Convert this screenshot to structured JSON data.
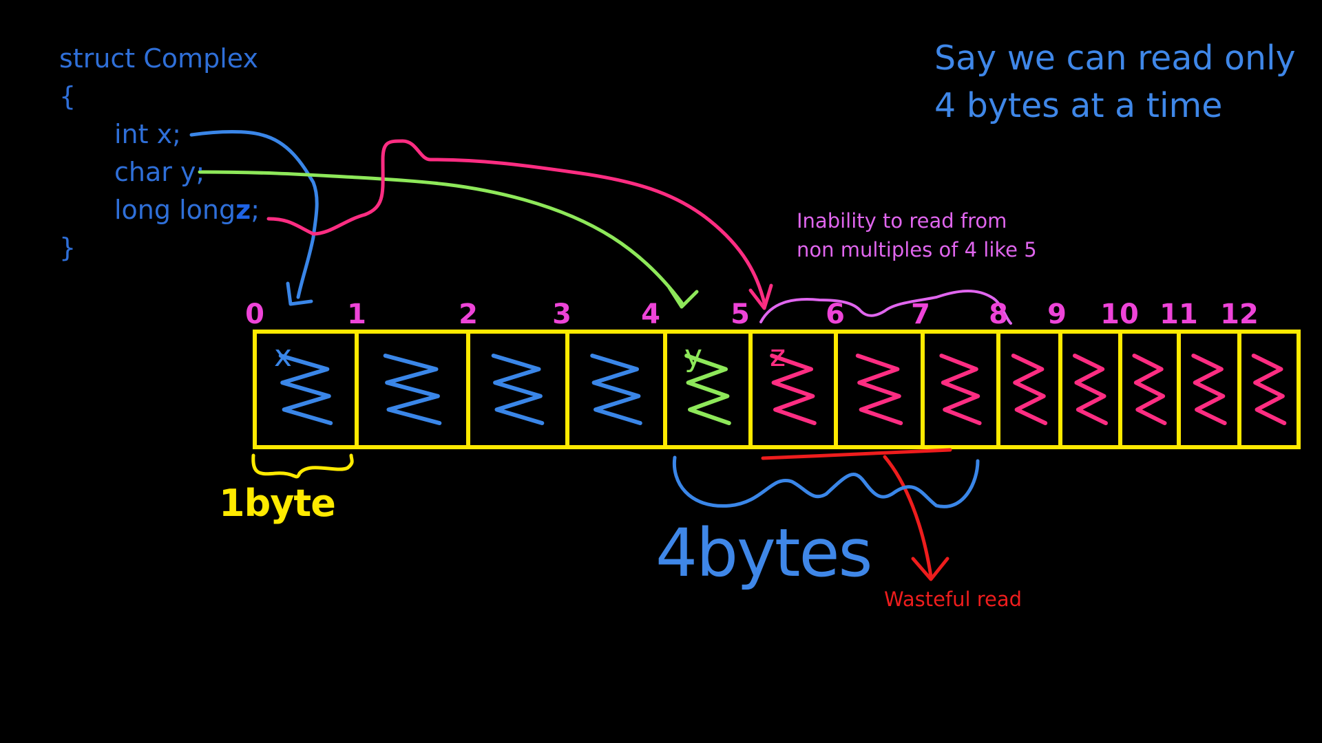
{
  "code": {
    "line1": "struct Complex",
    "line2": "{",
    "line3": "int x;",
    "line4": "char y;",
    "line5_prefix": "long long",
    "line5_var": "z",
    "line5_suffix": ";",
    "line6": "}"
  },
  "note": {
    "line1": "Say we can read only",
    "line2": "4 bytes at a time"
  },
  "inability_note": "Inability to read from non multiples of 4 like 5",
  "wasteful_label": "Wasteful read",
  "one_byte_label": "1byte",
  "four_bytes_label": "4bytes",
  "byte_indices": [
    "0",
    "1",
    "2",
    "3",
    "4",
    "5",
    "6",
    "7",
    "8",
    "9",
    "10",
    "11",
    "12"
  ],
  "cells": [
    {
      "field": "x",
      "letter": "x"
    },
    {
      "field": "x",
      "letter": ""
    },
    {
      "field": "x",
      "letter": ""
    },
    {
      "field": "x",
      "letter": ""
    },
    {
      "field": "y",
      "letter": "y"
    },
    {
      "field": "z",
      "letter": "z"
    },
    {
      "field": "z",
      "letter": ""
    },
    {
      "field": "z",
      "letter": ""
    },
    {
      "field": "z",
      "letter": ""
    },
    {
      "field": "z",
      "letter": ""
    },
    {
      "field": "z",
      "letter": ""
    },
    {
      "field": "z",
      "letter": ""
    },
    {
      "field": "z",
      "letter": ""
    }
  ],
  "colors": {
    "x": "#3a86e8",
    "y": "#8ee85a",
    "z": "#ff2d82",
    "box": "#ffea00",
    "indices": "#ee44d8",
    "wasteful": "#ee1d1d"
  }
}
